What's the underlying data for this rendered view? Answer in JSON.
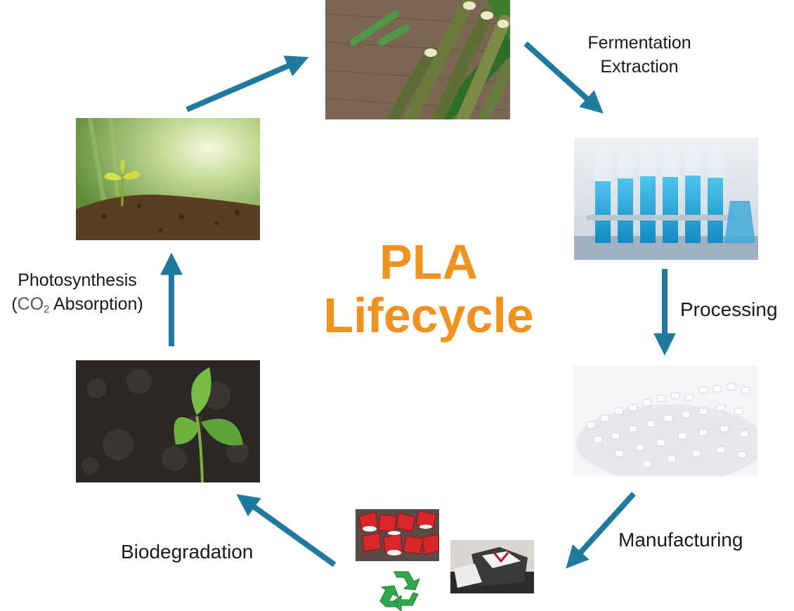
{
  "diagram": {
    "title_line1": "PLA",
    "title_line2": "Lifecycle",
    "steps": {
      "fermentation_line1": "Fermentation",
      "fermentation_line2": "Extraction",
      "processing": "Processing",
      "manufacturing": "Manufacturing",
      "biodegradation": "Biodegradation",
      "photosynthesis_line1": "Photosynthesis",
      "photosynthesis_open": "(",
      "photosynthesis_co": "CO",
      "photosynthesis_sub": "2",
      "photosynthesis_rest": " Absorption)"
    }
  },
  "colors": {
    "title": "#f0921f",
    "arrow": "#1f7a9e",
    "text": "#1a1a1a",
    "recycle": "#2fa84a"
  },
  "images": [
    "sugarcane-photo",
    "test-tubes-photo",
    "pla-pellets-photo",
    "red-cups-photo",
    "shirts-photo",
    "recycle-icon",
    "seedling-soil-photo",
    "sprout-sunlight-photo"
  ]
}
